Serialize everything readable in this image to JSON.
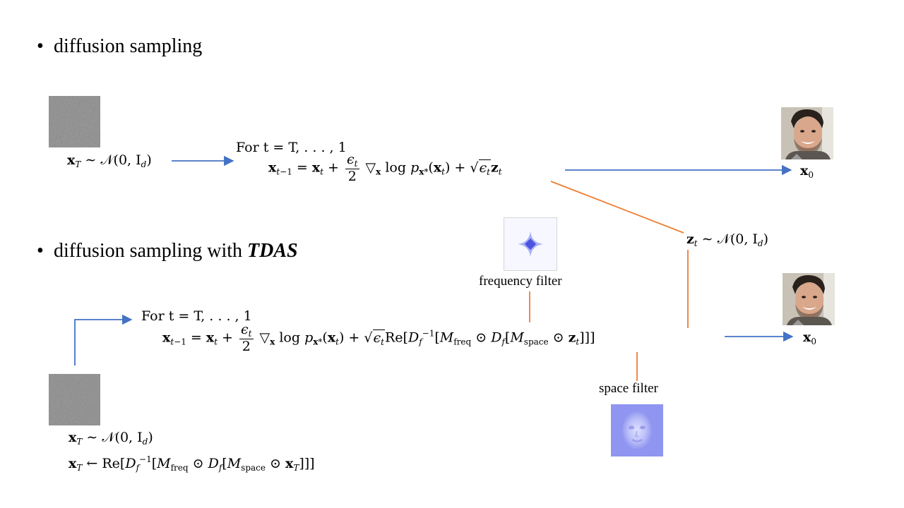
{
  "bullets": {
    "first": "diffusion sampling",
    "second_prefix": "diffusion sampling with ",
    "second_emph": "TDAS",
    "dot": "•"
  },
  "top": {
    "init_prefix": "x",
    "init_sub": "T",
    "init_rest": " ∼ 𝒩(0, I",
    "init_sub2": "d",
    "init_close": ")",
    "for_line": "For t = T, . . . , 1",
    "output_label": "x",
    "output_sub": "0",
    "z_label_prefix": "z",
    "z_label_sub": "t",
    "z_label_rest": " ∼ 𝒩(0, I",
    "z_label_sub2": "d",
    "z_label_close": ")"
  },
  "bottom": {
    "for_line": "For t = T, . . . , 1",
    "freq_filter_label": "frequency filter",
    "space_filter_label": "space filter",
    "init_line1_rest": " ∼ 𝒩(0, I",
    "init_line2_mid": " ← Re",
    "output_label": "x",
    "output_sub": "0"
  },
  "icons": {
    "noise_top": "noise-image",
    "noise_bottom": "noise-image",
    "face_top": "face-photo",
    "face_bottom": "face-photo",
    "freq_filter": "star-diamond-icon",
    "space_filter": "face-mask-icon"
  },
  "colors": {
    "blue_arrow": "#4472c4",
    "orange_line": "#ed7d31",
    "mask_blue": "#8f95f0"
  }
}
